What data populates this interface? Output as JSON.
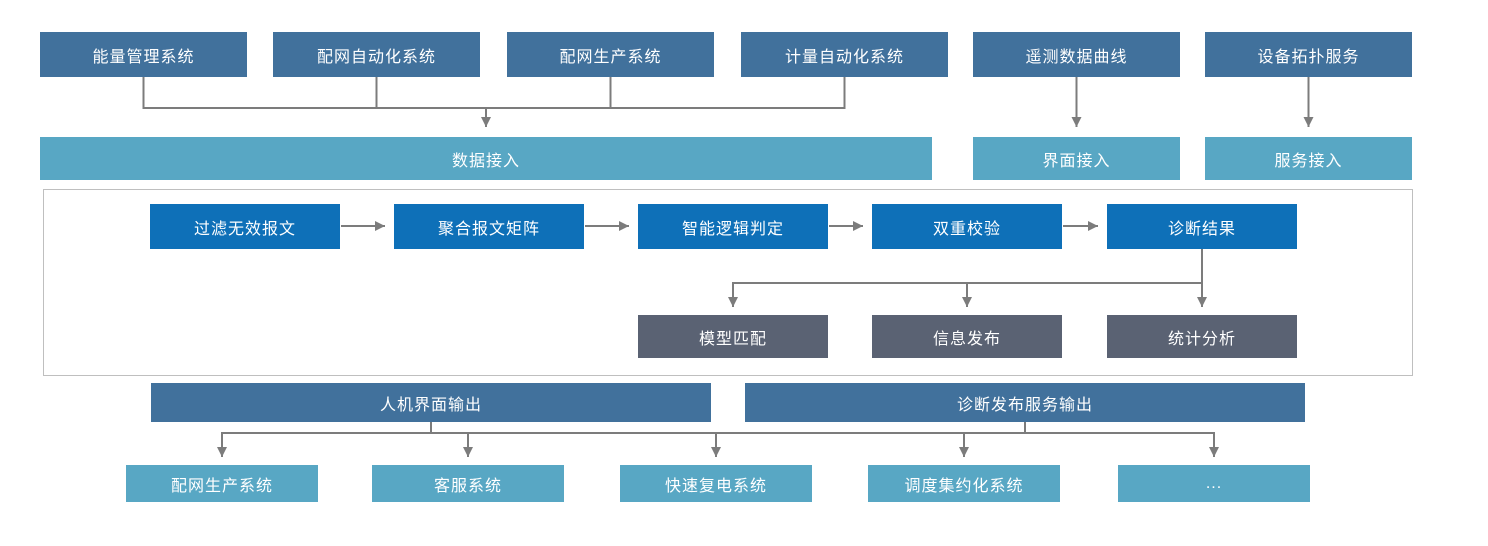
{
  "colors": {
    "steel": "#41719C",
    "teal": "#58A7C4",
    "blue": "#0E70B8",
    "slate": "#5A6273",
    "line": "#7C7C7C",
    "panel-border": "#BFBFBF",
    "node-text": "#FFFFFF"
  },
  "sources": {
    "items": [
      {
        "label": "能量管理系统"
      },
      {
        "label": "配网自动化系统"
      },
      {
        "label": "配网生产系统"
      },
      {
        "label": "计量自动化系统"
      },
      {
        "label": "遥测数据曲线"
      },
      {
        "label": "设备拓扑服务"
      }
    ]
  },
  "access": {
    "data": {
      "label": "数据接入"
    },
    "ui": {
      "label": "界面接入"
    },
    "service": {
      "label": "服务接入"
    }
  },
  "pipeline": {
    "steps": [
      {
        "label": "过滤无效报文"
      },
      {
        "label": "聚合报文矩阵"
      },
      {
        "label": "智能逻辑判定"
      },
      {
        "label": "双重校验"
      },
      {
        "label": "诊断结果"
      }
    ],
    "outputs": [
      {
        "label": "模型匹配"
      },
      {
        "label": "信息发布"
      },
      {
        "label": "统计分析"
      }
    ]
  },
  "output_buses": {
    "hmi": {
      "label": "人机界面输出"
    },
    "service": {
      "label": "诊断发布服务输出"
    }
  },
  "targets": {
    "items": [
      {
        "label": "配网生产系统"
      },
      {
        "label": "客服系统"
      },
      {
        "label": "快速复电系统"
      },
      {
        "label": "调度集约化系统"
      },
      {
        "label": "..."
      }
    ]
  }
}
